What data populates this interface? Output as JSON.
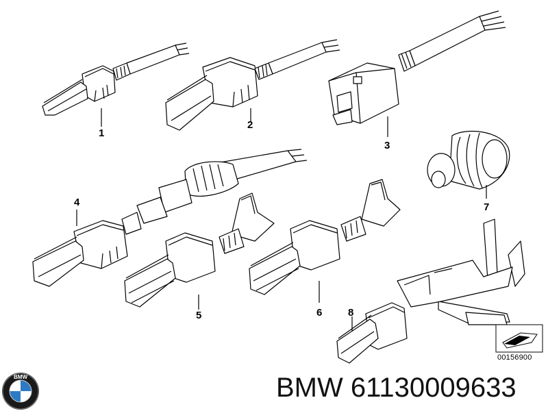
{
  "diagram": {
    "callouts": [
      {
        "id": "1",
        "label": "1"
      },
      {
        "id": "2",
        "label": "2"
      },
      {
        "id": "3",
        "label": "3"
      },
      {
        "id": "4",
        "label": "4"
      },
      {
        "id": "5",
        "label": "5"
      },
      {
        "id": "6",
        "label": "6"
      },
      {
        "id": "7",
        "label": "7"
      },
      {
        "id": "8",
        "label": "8"
      }
    ],
    "diagram_code": "00156900"
  },
  "brand": {
    "logo_text": "BMW",
    "caption": "BMW 61130009633",
    "colors": {
      "logo_blue": "#2e7bc4",
      "logo_ring": "#1a1a1a",
      "line": "#000000"
    }
  }
}
